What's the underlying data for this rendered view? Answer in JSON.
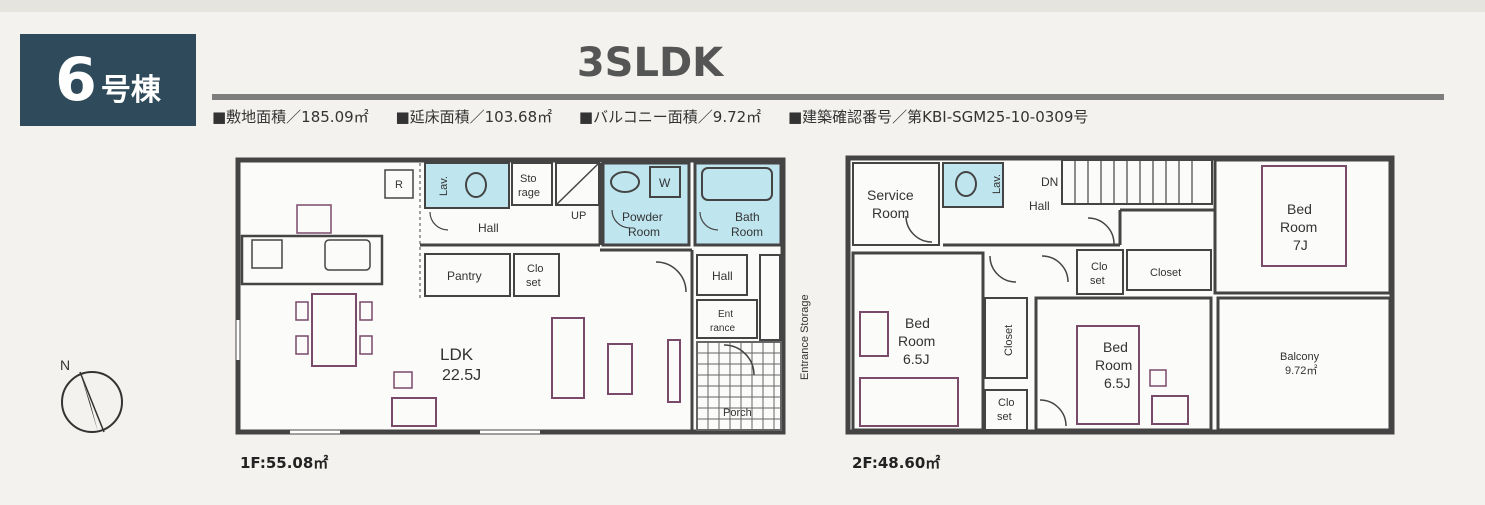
{
  "badge": {
    "number": "6",
    "suffix": "号棟"
  },
  "title": "3SLDK",
  "specs": [
    "■敷地面積／185.09㎡",
    "■延床面積／103.68㎡",
    "■バルコニー面積／9.72㎡",
    "■建築確認番号／第KBI-SGM25-10-0309号"
  ],
  "floor1": {
    "area_label": "1F:55.08㎡",
    "rooms": {
      "ldk": "LDK",
      "ldk_size": "22.5J",
      "lav": "Lav.",
      "storage_top": "Sto",
      "storage_bottom": "rage",
      "up": "UP",
      "hall": "Hall",
      "powder_top": "Powder",
      "powder_bottom": "Room",
      "bath_top": "Bath",
      "bath_bottom": "Room",
      "pantry": "Pantry",
      "closet_top": "Clo",
      "closet_bottom": "set",
      "hall2": "Hall",
      "entrance_top": "Ent",
      "entrance_bottom": "rance",
      "porch": "Porch",
      "entrance_storage": "Entrance Storage",
      "r": "R",
      "w": "W"
    }
  },
  "floor2": {
    "area_label": "2F:48.60㎡",
    "rooms": {
      "service_top": "Service",
      "service_bottom": "Room",
      "lav": "Lav.",
      "dn": "DN",
      "hall": "Hall",
      "bed7_a": "Bed",
      "bed7_b": "Room",
      "bed7_c": "7J",
      "closet_a_top": "Clo",
      "closet_a_bottom": "set",
      "closet_b": "Closet",
      "bed65a_a": "Bed",
      "bed65a_b": "Room",
      "bed65a_c": "6.5J",
      "closet_v": "Closet",
      "bed65b_a": "Bed",
      "bed65b_b": "Room",
      "bed65b_c": "6.5J",
      "closet_c_top": "Clo",
      "closet_c_bottom": "set",
      "balcony": "Balcony",
      "balcony_size": "9.72㎡"
    }
  },
  "compass": {
    "label": "N"
  },
  "colors": {
    "badge": "#2f4a5a",
    "wet_area": "#bfe6ef",
    "wall": "#444444",
    "furniture": "#7a4a6a"
  }
}
